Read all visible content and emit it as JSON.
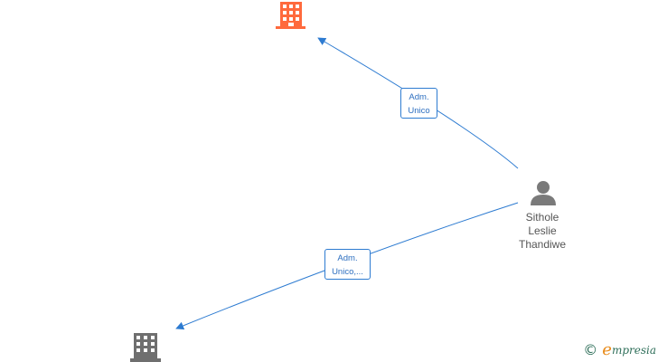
{
  "colors": {
    "edge": "#2d7bd1",
    "company_active": "#ff6a3d",
    "company_inactive": "#6f6f6f",
    "person": "#7a7a7a"
  },
  "nodes": {
    "company_top": {
      "icon": "building-icon",
      "color": "#ff6a3d"
    },
    "company_bottom": {
      "icon": "building-icon",
      "color": "#6f6f6f"
    },
    "person": {
      "icon": "person-icon",
      "line1": "Sithole",
      "line2": "Leslie",
      "line3": "Thandiwe"
    }
  },
  "edges": {
    "to_top": {
      "line1": "Adm.",
      "line2": "Unico"
    },
    "to_bottom": {
      "line1": "Adm.",
      "line2": "Unico,..."
    }
  },
  "watermark": {
    "copyright_symbol": "©",
    "brand_initial": "e",
    "brand_rest": "mpresia"
  }
}
